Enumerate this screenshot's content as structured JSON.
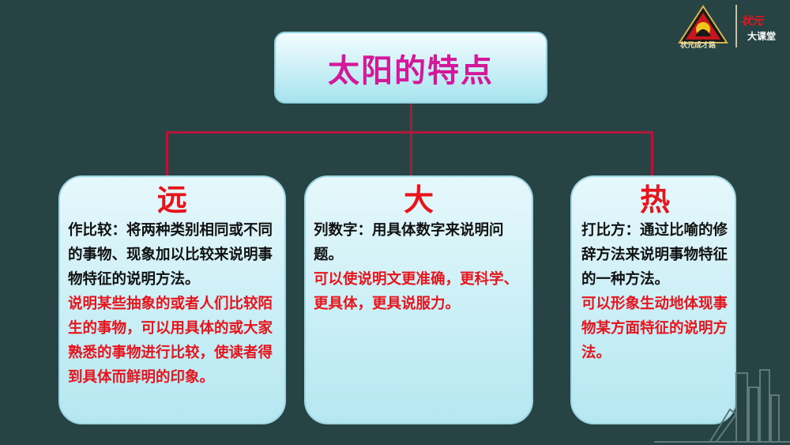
{
  "logo": {
    "caption": "状元成才路",
    "brand": "状元",
    "subtitle": "大课堂"
  },
  "title": "太阳的特点",
  "cards": [
    {
      "heading": "远",
      "term": "作比较：将两种类别相同或不同的事物、现象加以比较来说明事物特征的说明方法。",
      "desc": "说明某些抽象的或者人们比较陌生的事物，可以用具体的或大家熟悉的事物进行比较，使读者得到具体而鲜明的印象。"
    },
    {
      "heading": "大",
      "term": "列数字：用具体数字来说明问题。",
      "desc": "可以使说明文更准确，更科学、更具体，更具说服力。"
    },
    {
      "heading": "热",
      "term": "打比方：通过比喻的修辞方法来说明事物特征的一种方法。",
      "desc": "可以形象生动地体现事物某方面特征的说明方法。"
    }
  ],
  "colors": {
    "background": "#274343",
    "title_text": "#d4189a",
    "heading_red": "#e8141c",
    "connector": "#b0173a"
  }
}
